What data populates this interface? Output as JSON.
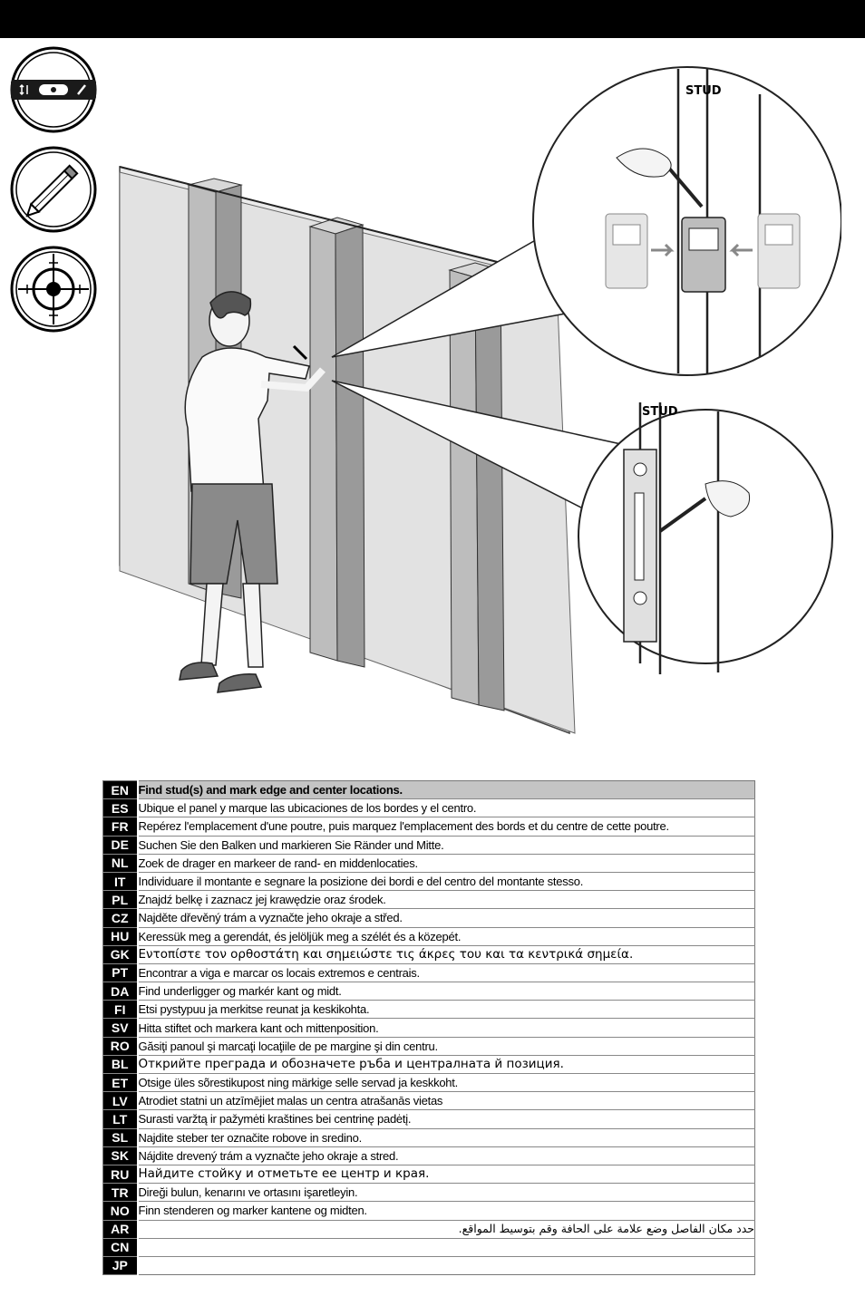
{
  "illustration": {
    "stud_label_top": "STUD",
    "stud_label_bottom": "STUD"
  },
  "side_icons": [
    "level-icon",
    "pencil-icon",
    "crosshair-target-icon"
  ],
  "instructions": [
    {
      "code": "EN",
      "text": "Find stud(s) and mark edge and center locations."
    },
    {
      "code": "ES",
      "text": "Ubique el panel y marque las ubicaciones de los bordes y el centro."
    },
    {
      "code": "FR",
      "text": "Repérez l'emplacement d'une poutre, puis marquez l'emplacement des bords et du centre de cette poutre."
    },
    {
      "code": "DE",
      "text": "Suchen Sie den Balken und markieren Sie Ränder und Mitte."
    },
    {
      "code": "NL",
      "text": "Zoek de drager en markeer de rand- en middenlocaties."
    },
    {
      "code": "IT",
      "text": "Individuare il montante e segnare la posizione dei bordi e del centro del montante stesso."
    },
    {
      "code": "PL",
      "text": "Znajdź belkę i zaznacz jej krawędzie oraz środek."
    },
    {
      "code": "CZ",
      "text": "Najděte dřevěný trám a vyznačte jeho okraje a střed."
    },
    {
      "code": "HU",
      "text": "Keressük meg a gerendát, és jelöljük meg a szélét és a közepét."
    },
    {
      "code": "GK",
      "text": "Εντοπίστε τον ορθοστάτη και σημειώστε τις άκρες του και τα κεντρικά σημεία."
    },
    {
      "code": "PT",
      "text": "Encontrar a viga e marcar os locais extremos e centrais."
    },
    {
      "code": "DA",
      "text": "Find underligger og markér kant og midt."
    },
    {
      "code": "FI",
      "text": "Etsi pystypuu ja merkitse reunat ja keskikohta."
    },
    {
      "code": "SV",
      "text": "Hitta stiftet och markera kant och mittenposition."
    },
    {
      "code": "RO",
      "text": "Găsiţi panoul şi marcaţi locaţiile de pe margine şi din centru."
    },
    {
      "code": "BL",
      "text": "Открийте преграда и обозначете ръба и централната й позиция."
    },
    {
      "code": "ET",
      "text": "Otsige üles sõrestikupost ning märkige selle servad ja keskkoht."
    },
    {
      "code": "LV",
      "text": "Atrodiet statni un atzīmējiet malas un centra atrašanās vietas"
    },
    {
      "code": "LT",
      "text": "Surasti varžtą ir pažymėti kraštines bei centrinę padėtį."
    },
    {
      "code": "SL",
      "text": "Najdite steber ter označite robove in sredino."
    },
    {
      "code": "SK",
      "text": "Nájdite drevený trám a vyznačte jeho okraje a stred."
    },
    {
      "code": "RU",
      "text": "Найдите стойку и отметьте ее центр и края."
    },
    {
      "code": "TR",
      "text": "Direği bulun, kenarını ve ortasını işaretleyin."
    },
    {
      "code": "NO",
      "text": "Finn stenderen og marker kantene og midten."
    },
    {
      "code": "AR",
      "text": "حدد مكان الفاصل وضع علامة على الحافة وقم بتوسيط المواقع."
    },
    {
      "code": "CN",
      "text": ""
    },
    {
      "code": "JP",
      "text": ""
    }
  ]
}
